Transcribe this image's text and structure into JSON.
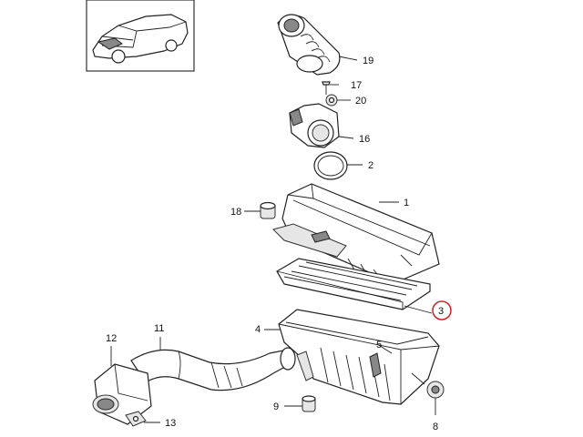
{
  "callouts": {
    "p1": "1",
    "p2": "2",
    "p3": "3",
    "p4": "4",
    "p5": "5",
    "p8": "8",
    "p9": "9",
    "p11": "11",
    "p12": "12",
    "p13": "13",
    "p16": "16",
    "p17": "17",
    "p18": "18",
    "p19": "19",
    "p20": "20"
  },
  "highlight_color": "#cc2222"
}
